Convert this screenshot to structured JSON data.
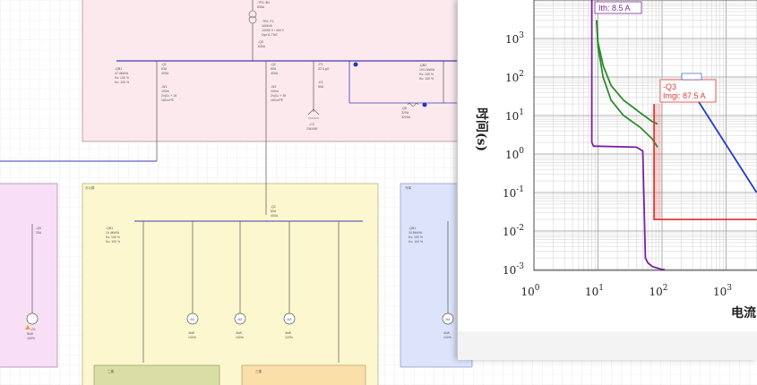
{
  "schematic": {
    "transformer": {
      "title": "-TR1 /B4",
      "rating": "630A",
      "sub1": "-TR1 /T1",
      "sub2": "160kVA",
      "sub3": "10000 V / 400 V",
      "sub4": "Dyn11 TNS",
      "breaker": "-QS",
      "breaker_val": "630A"
    },
    "feeders_top": [
      {
        "id": "-QB1",
        "lines": [
          "47.4kW/A",
          "Ks: 100 %",
          "Ku: 100 %"
        ]
      },
      {
        "id": "-Q1",
        "lines": [
          "63A",
          "400A",
          "-W1",
          "100m",
          "2x(Cu + 16",
          "16Cu/PE"
        ]
      },
      {
        "id": "-Q2",
        "lines": [
          "80A",
          "400A",
          "-W2",
          "100m",
          "2x(Cu + 35",
          "16Cu/PE"
        ]
      },
      {
        "id": "-F3",
        "lines": [
          "32 A gG",
          "-K3",
          "50A",
          "-C3",
          "20kVAR"
        ]
      },
      {
        "id": "-Q8",
        "lines": [
          "320A",
          "3200A"
        ]
      },
      {
        "id": "-QB2",
        "lines": [
          "104.2kW/A",
          "Ks: 100 %",
          "Ku: 100 %"
        ]
      }
    ],
    "panel_office": {
      "title": "办公楼",
      "incomer": "-Q2",
      "incomer_val": "80A",
      "incomer_val2": "400A",
      "sum": [
        "-QB1",
        "24.4kW/A",
        "Ks: 100 %",
        "Ku: 100 %"
      ]
    },
    "motors": [
      {
        "name": "M1",
        "kw": "4kW",
        "pct": "100%"
      },
      {
        "name": "M2",
        "kw": "4kW",
        "pct": "100%"
      },
      {
        "name": "M3",
        "kw": "4kW",
        "pct": "100%"
      },
      {
        "name": "M4",
        "kw": "4kW",
        "pct": "100%"
      }
    ],
    "panel_left": {
      "title": "",
      "load": "-G1",
      "load_val": "5kW",
      "pct": "100%",
      "id": "-Q5",
      "val": "25A"
    },
    "panel_right": {
      "title": "冷库",
      "sum": [
        "-QB1",
        "34.5kW/A",
        "Ks: 100 %",
        "Ku: 100 %"
      ]
    },
    "sub_panels": [
      {
        "title": "二楼"
      },
      {
        "title": "三楼"
      }
    ]
  },
  "tcc_chart": {
    "chart_data": {
      "type": "line",
      "xscale": "log",
      "yscale": "log",
      "xlim": [
        1,
        3000
      ],
      "ylim": [
        0.001,
        10000
      ],
      "grid": true,
      "xlabel": "电流",
      "ylabel": "时间(s)",
      "x_ticks": [
        "10^0",
        "10^1",
        "10^2",
        "10^3"
      ],
      "y_ticks": [
        "10^3",
        "10^2",
        "10^1",
        "10^0",
        "10^-1",
        "10^-2",
        "10^-3"
      ],
      "annotations": [
        {
          "text": "Ith: 8.5 A",
          "color": "#7b2a96"
        },
        {
          "text": "-Q3",
          "color": "#e53935"
        },
        {
          "text": "Imgi: 87.5 A",
          "color": "#e53935"
        }
      ],
      "series": [
        {
          "color": "#7b1fa2",
          "x": [
            8,
            8,
            8.5,
            40,
            50,
            55,
            60,
            70,
            100,
            110
          ],
          "y": [
            10000,
            2,
            1.6,
            1.5,
            1.2,
            0.002,
            0.0015,
            0.0012,
            0.001,
            0.001
          ]
        },
        {
          "color": "#2e8b2e",
          "x": [
            9.5,
            10,
            12,
            16,
            25,
            45,
            70,
            85
          ],
          "y": [
            3000,
            800,
            200,
            60,
            25,
            12,
            7,
            6
          ]
        },
        {
          "color": "#2e8b2e",
          "x": [
            9.5,
            10,
            12,
            16,
            25,
            45,
            70,
            85
          ],
          "y": [
            3000,
            600,
            100,
            25,
            10,
            5,
            2.5,
            1.5
          ]
        },
        {
          "color": "#e53935",
          "x": [
            75,
            75,
            100,
            110,
            3000
          ],
          "y": [
            20,
            0.02,
            0.02,
            0.02,
            0.02
          ]
        },
        {
          "color": "#1e3fc8",
          "x": [
            300,
            3000
          ],
          "y": [
            40,
            0.1
          ]
        }
      ]
    }
  }
}
